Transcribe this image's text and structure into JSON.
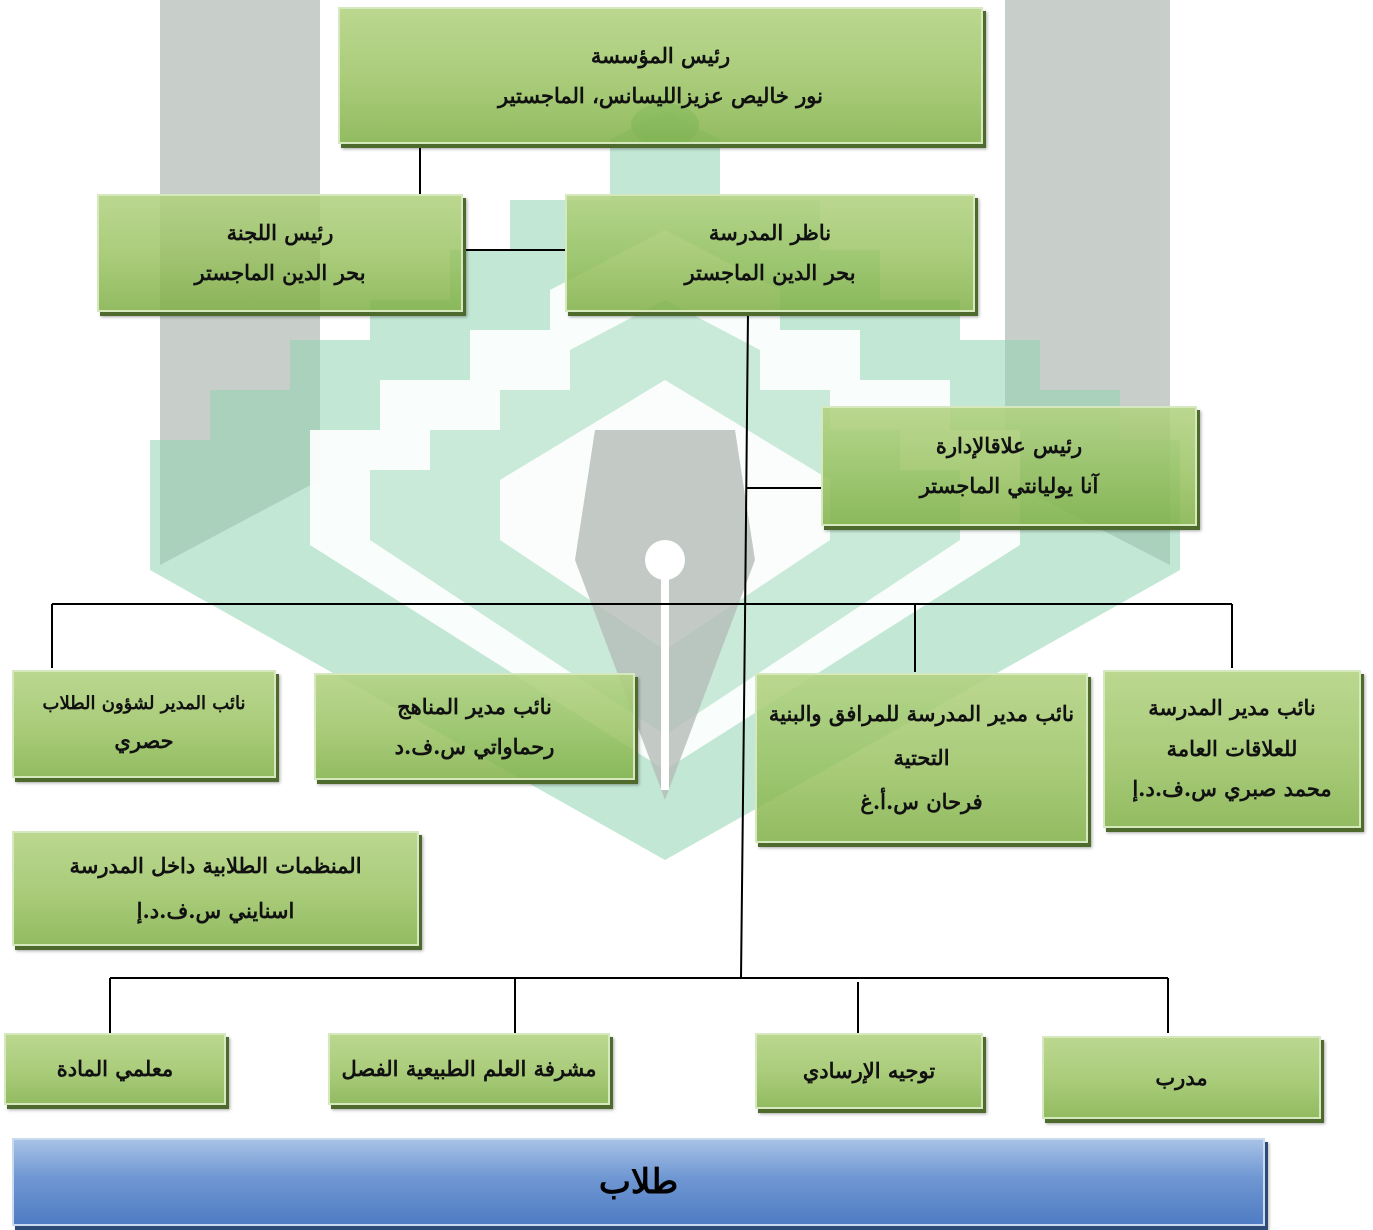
{
  "org_chart": {
    "founder": {
      "title": "رئيس المؤسسة",
      "name": "نور خاليص عزيزالليسانس، الماجستير"
    },
    "committee_head": {
      "title": "رئيس اللجنة",
      "name": "بحر الدين الماجستر"
    },
    "principal": {
      "title": "ناظر المدرسة",
      "name": "بحر الدين الماجستر"
    },
    "admin_head": {
      "title": "رئيس علاقالإدارة",
      "name": "آنا يوليانتي الماجستر"
    },
    "vp_public_relations": {
      "title_line1": "نائب مدير المدرسة",
      "title_line2": "للعلاقات العامة",
      "name": "محمد صبري س.ف.د.إ"
    },
    "vp_facilities": {
      "title_line1": "نائب مدير المدرسة للمرافق والبنية",
      "title_line2": "التحتية",
      "name": "فرحان س.أ.غ"
    },
    "vp_curriculum": {
      "title": "نائب مدير المناهج",
      "name": "رحماواتي س.ف.د"
    },
    "vp_student_affairs": {
      "title": "نائب المدير لشؤون الطلاب",
      "name": "حصري"
    },
    "student_orgs": {
      "title": "المنظمات الطلابية داخل المدرسة",
      "name": "اسنايني س.ف.د.إ"
    },
    "trainer": {
      "title": "مدرب"
    },
    "guidance": {
      "title": "توجيه الإرسادي"
    },
    "science_supervisor": {
      "title": "مشرفة العلم الطبيعية الفصل"
    },
    "subject_teachers": {
      "title": "معلمي المادة"
    },
    "students": {
      "title": "طلاب"
    }
  },
  "colors": {
    "box_green": "#96c05c",
    "box_shadow": "#4e6a2c",
    "students_blue": "#4f7cc3",
    "watermark_green": "#8fd3b0",
    "watermark_gray": "#b5bdb8",
    "line": "#000000"
  }
}
